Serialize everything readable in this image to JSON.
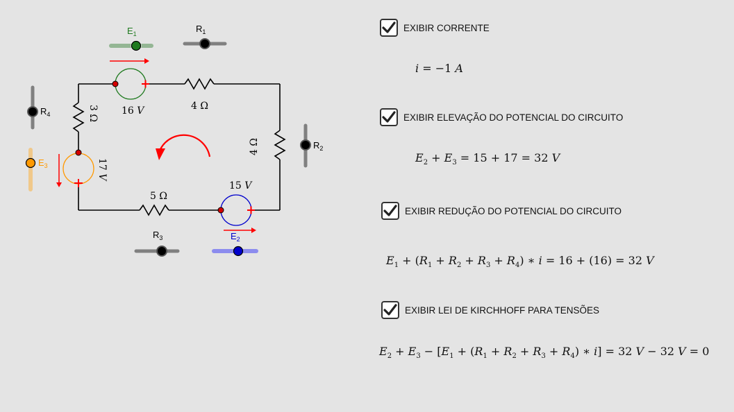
{
  "circuit": {
    "e1": {
      "value": "16",
      "unit": "V",
      "label": "E",
      "sub": "1"
    },
    "e2": {
      "value": "15",
      "unit": "V",
      "label": "E",
      "sub": "2"
    },
    "e3": {
      "value": "17",
      "unit": "V",
      "label": "E",
      "sub": "3"
    },
    "r1": {
      "value": "4 Ω",
      "label": "R",
      "sub": "1"
    },
    "r2": {
      "value": "4 Ω",
      "label": "R",
      "sub": "2"
    },
    "r3": {
      "value": "5 Ω",
      "label": "R",
      "sub": "3"
    },
    "r4": {
      "value": "3 Ω",
      "label": "R",
      "sub": "4"
    }
  },
  "colors": {
    "e1": "#1f7a1f",
    "e2": "#0000cc",
    "e3": "#ff9900",
    "arrow": "#ff0000",
    "wire": "#000000"
  },
  "options": [
    {
      "label": "EXIBIR CORRENTE",
      "checked": true
    },
    {
      "label": "EXIBIR ELEVAÇÃO DO POTENCIAL DO CIRCUITO",
      "checked": true
    },
    {
      "label": "EXIBIR REDUÇÃO DO POTENCIAL DO CIRCUITO",
      "checked": true
    },
    {
      "label": "EXIBIR LEI DE KIRCHHOFF PARA TENSÕES",
      "checked": true
    }
  ],
  "results": {
    "current": {
      "var": "i",
      "value": "−1",
      "unit": "A"
    },
    "elevation": {
      "sum": "15 + 17",
      "total": "32",
      "unit": "V"
    },
    "reduction": {
      "sum": "16 + (16)",
      "total": "32",
      "unit": "V"
    },
    "kirchhoff": {
      "lhs": "32",
      "rhs": "32",
      "unit": "V",
      "result": "0"
    }
  }
}
